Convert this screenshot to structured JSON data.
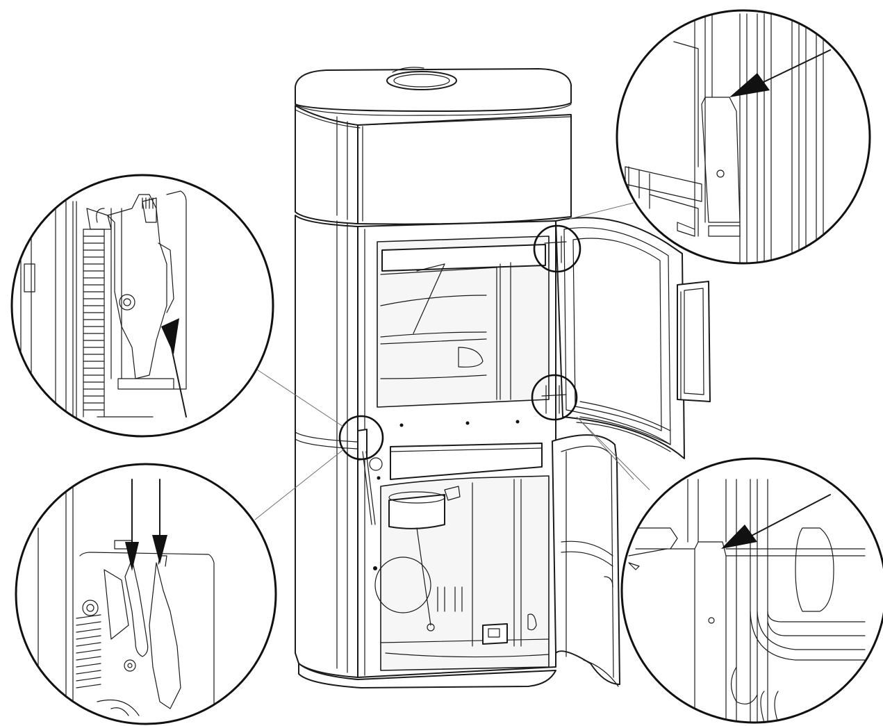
{
  "diagram": {
    "subject": "stove",
    "colors": {
      "line": "#1a1a1a",
      "background": "#ffffff",
      "arrow": "#111111"
    },
    "callouts": [
      {
        "id": "upper-left",
        "arrow_icon": "arrow-up-icon"
      },
      {
        "id": "lower-left",
        "arrow_icon": "arrow-down-icon"
      },
      {
        "id": "upper-right",
        "arrow_icon": "arrow-icon"
      },
      {
        "id": "lower-right",
        "arrow_icon": "arrow-icon"
      }
    ],
    "markers": [
      {
        "id": "door-upper-hinge"
      },
      {
        "id": "door-lower-hinge"
      },
      {
        "id": "side-latch"
      }
    ]
  }
}
